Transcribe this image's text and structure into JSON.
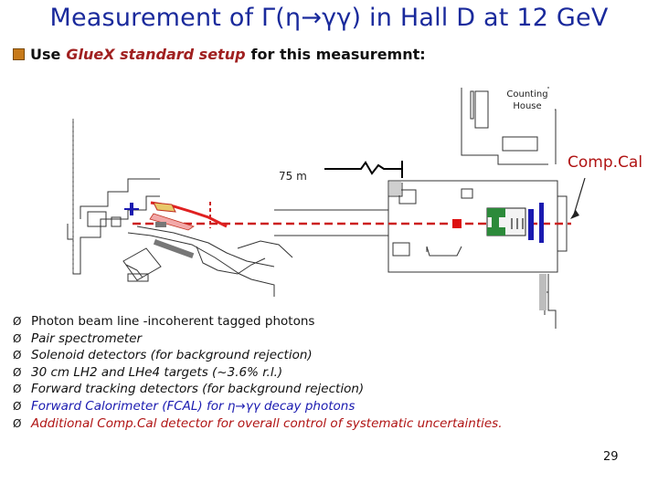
{
  "slide": {
    "title": "Measurement of Γ(η→γγ) in Hall D at 12 GeV",
    "intro": {
      "prefix": "Use",
      "highlight": "GlueX standard setup",
      "suffix": "for this measuremnt:"
    },
    "labels": {
      "counting_house_line1": "Counting",
      "counting_house_line2": "House",
      "distance": "75 m",
      "comp_cal": "Comp.Cal"
    },
    "bullets": [
      {
        "text": "Photon beam line -incoherent tagged photons"
      },
      {
        "text": "Pair spectrometer"
      },
      {
        "text": "Solenoid detectors (for background rejection)"
      },
      {
        "text": "30 cm LH2 and LHe4 targets (~3.6% r.l.)"
      },
      {
        "text": "Forward tracking detectors (for background rejection)"
      },
      {
        "text": "Forward Calorimeter (FCAL) for η→γγ decay photons"
      },
      {
        "text": "Additional Comp.Cal detector for overall control of systematic uncertainties."
      }
    ],
    "bullet_marker": "Ø",
    "page_number": "29",
    "colors": {
      "title": "#1a2a9c",
      "accent_red": "#b01414",
      "accent_blue": "#1a1ab0",
      "beam_line": "#cc2020",
      "solenoid_green": "#2c8a3a"
    },
    "icons": {
      "intro_bullet": "orange-square-icon"
    }
  }
}
